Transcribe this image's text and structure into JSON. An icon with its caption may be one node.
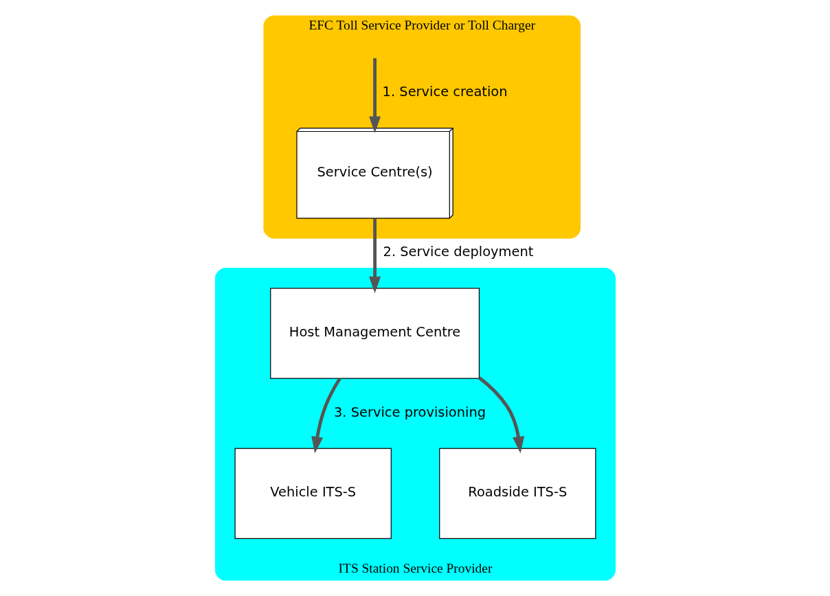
{
  "diagram": {
    "nodes": [
      {
        "text": [
          "EFC Toll Service Provider or Toll Charger"
        ]
      },
      {
        "text": [
          "Service Centre(s)"
        ],
        "in": 0
      },
      {
        "text": [
          "ITS Station Service Provider"
        ]
      },
      {
        "text": [
          "Vehicle ITS-S"
        ],
        "in": 2
      },
      {
        "text": [
          "Roadside ITS-S"
        ],
        "in": 2
      },
      {
        "text": [
          "Host Management Centre"
        ],
        "in": 2
      }
    ],
    "edges": [
      {
        "from": null,
        "to": 1,
        "arrow": "to",
        "label": "1. Service creation"
      },
      {
        "from": 1,
        "to": 5,
        "arrow": "to",
        "label": "2. Service deployment"
      },
      {
        "from": 5,
        "to": 3,
        "arrow": "to",
        "label": "3. Service provisioning"
      },
      {
        "from": 5,
        "to": 4,
        "arrow": "to"
      }
    ]
  }
}
